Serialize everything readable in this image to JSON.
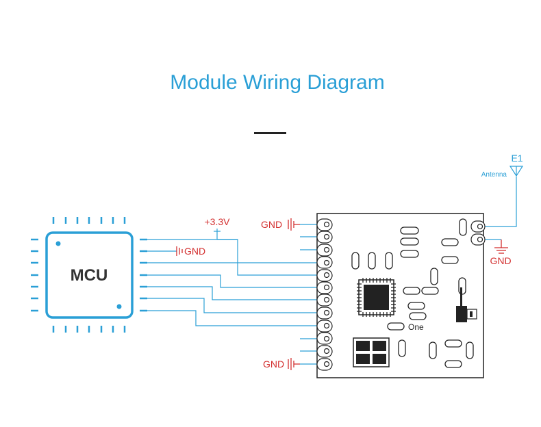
{
  "title": "Module Wiring Diagram",
  "mcu": {
    "label": "MCU"
  },
  "power": {
    "label": "+3.3V"
  },
  "ground": {
    "label": "GND"
  },
  "antenna": {
    "ref": "E1",
    "label": "Antenna"
  },
  "module": {
    "silkscreen": "One"
  },
  "colors": {
    "accent": "#2a9fd6",
    "ground": "#d32f2f",
    "outline": "#222222"
  }
}
